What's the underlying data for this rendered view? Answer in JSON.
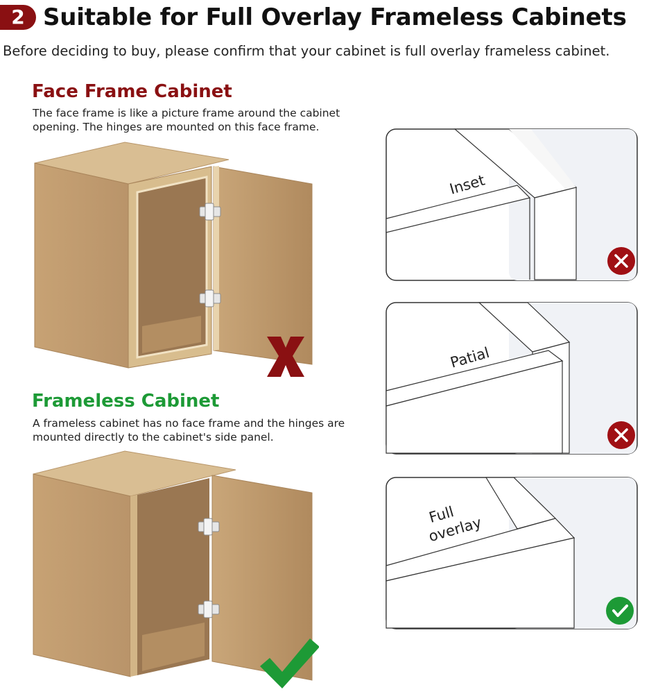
{
  "header": {
    "badge_number": "2",
    "title": "Suitable for Full Overlay Frameless Cabinets",
    "subtitle": "Before deciding to buy, please confirm that your cabinet is full overlay frameless cabinet."
  },
  "face_frame": {
    "heading": "Face Frame Cabinet",
    "description": "The face frame is like a picture frame around the cabinet opening. The hinges are mounted on this face frame.",
    "verdict_icon": "red-x-mark"
  },
  "frameless": {
    "heading": "Frameless Cabinet",
    "description": "A frameless cabinet has no face frame and the hinges are mounted directly to the cabinet's side panel.",
    "verdict_icon": "green-check-mark"
  },
  "overlay_panels": [
    {
      "label": "Inset",
      "icon": "x-circle-icon",
      "status_color": "#a01014"
    },
    {
      "label": "Patial",
      "icon": "x-circle-icon",
      "status_color": "#a01014"
    },
    {
      "label_line1": "Full",
      "label_line2": "overlay",
      "icon": "check-circle-icon",
      "status_color": "#1d9a36"
    }
  ],
  "colors": {
    "brand_red": "#8a1012",
    "success_green": "#1d9a36",
    "wood": "#c9a77a"
  }
}
